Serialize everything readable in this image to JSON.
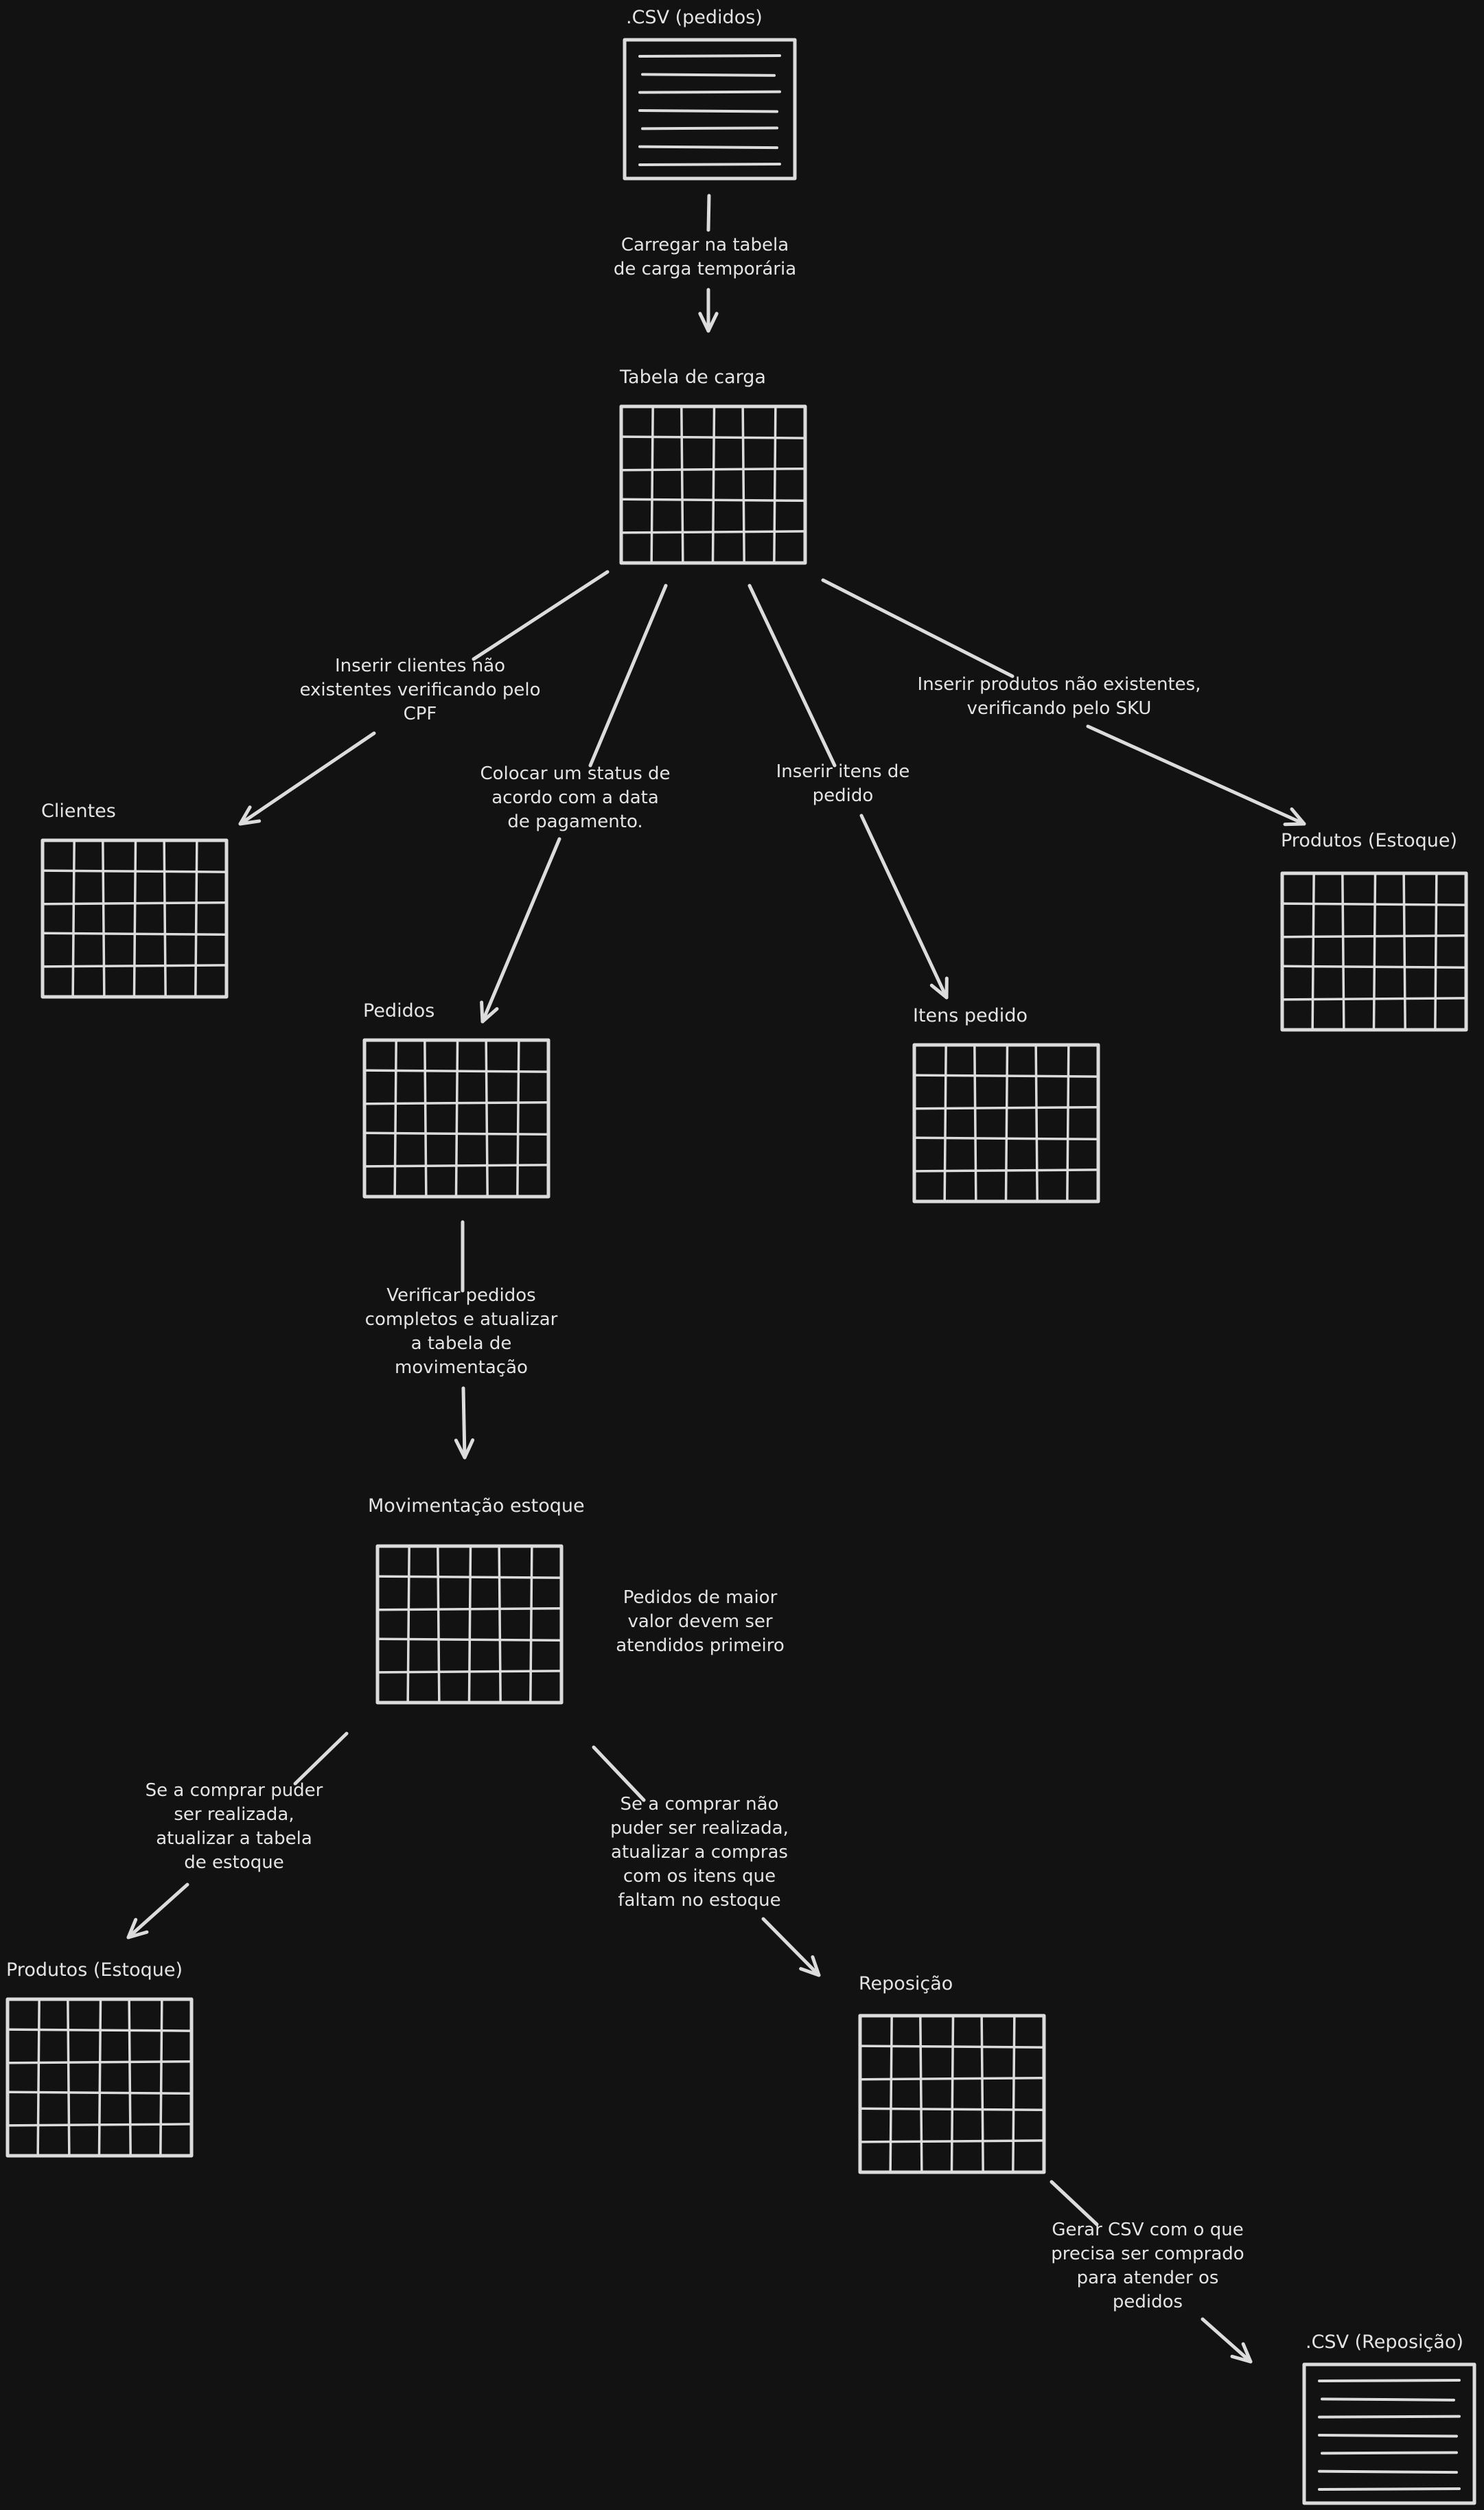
{
  "nodes": [
    {
      "id": "csv-pedidos",
      "kind": "document",
      "title": ".CSV (pedidos)"
    },
    {
      "id": "tabela-de-carga",
      "kind": "table",
      "title": "Tabela de carga"
    },
    {
      "id": "clientes",
      "kind": "table",
      "title": "Clientes"
    },
    {
      "id": "pedidos",
      "kind": "table",
      "title": "Pedidos"
    },
    {
      "id": "itens-pedido",
      "kind": "table",
      "title": "Itens pedido"
    },
    {
      "id": "produtos-estoque-top",
      "kind": "table",
      "title": "Produtos (Estoque)"
    },
    {
      "id": "movimentacao-estoque",
      "kind": "table",
      "title": "Movimentação estoque"
    },
    {
      "id": "produtos-estoque-bottom",
      "kind": "table",
      "title": "Produtos (Estoque)"
    },
    {
      "id": "reposicao",
      "kind": "table",
      "title": "Reposição"
    },
    {
      "id": "csv-reposicao",
      "kind": "document",
      "title": ".CSV (Reposição)"
    }
  ],
  "edges": [
    {
      "id": "carregar",
      "from": "csv-pedidos",
      "to": "tabela-de-carga",
      "label": [
        "Carregar na tabela",
        "de carga temporária"
      ]
    },
    {
      "id": "inserir-clientes",
      "from": "tabela-de-carga",
      "to": "clientes",
      "label": [
        "Inserir clientes não",
        "existentes verificando pelo",
        "CPF"
      ]
    },
    {
      "id": "colocar-status",
      "from": "tabela-de-carga",
      "to": "pedidos",
      "label": [
        "Colocar um status de",
        "acordo com a data",
        "de pagamento."
      ]
    },
    {
      "id": "inserir-itens",
      "from": "tabela-de-carga",
      "to": "itens-pedido",
      "label": [
        "Inserir itens de",
        "pedido"
      ]
    },
    {
      "id": "inserir-produtos",
      "from": "tabela-de-carga",
      "to": "produtos-estoque-top",
      "label": [
        "Inserir produtos não existentes,",
        "verificando pelo SKU"
      ]
    },
    {
      "id": "verificar-pedidos",
      "from": "pedidos",
      "to": "movimentacao-estoque",
      "label": [
        "Verificar pedidos",
        "completos e atualizar",
        "a tabela de",
        "movimentação"
      ]
    },
    {
      "id": "compra-realizada",
      "from": "movimentacao-estoque",
      "to": "produtos-estoque-bottom",
      "label": [
        "Se a comprar puder",
        "ser realizada,",
        "atualizar a tabela",
        "de estoque"
      ]
    },
    {
      "id": "compra-nao-realizada",
      "from": "movimentacao-estoque",
      "to": "reposicao",
      "label": [
        "Se a comprar não",
        "puder ser realizada,",
        "atualizar a compras",
        "com os itens que",
        "faltam no estoque"
      ]
    },
    {
      "id": "gerar-csv",
      "from": "reposicao",
      "to": "csv-reposicao",
      "label": [
        "Gerar CSV com o que",
        "precisa ser comprado",
        "para atender os",
        "pedidos"
      ]
    }
  ],
  "notes": [
    {
      "id": "prioridade",
      "text": [
        "Pedidos de maior",
        "valor devem ser",
        "atendidos primeiro"
      ]
    }
  ],
  "colors": {
    "background": "#121212",
    "stroke": "#dcdcdc",
    "text": "#e4e4e4"
  }
}
